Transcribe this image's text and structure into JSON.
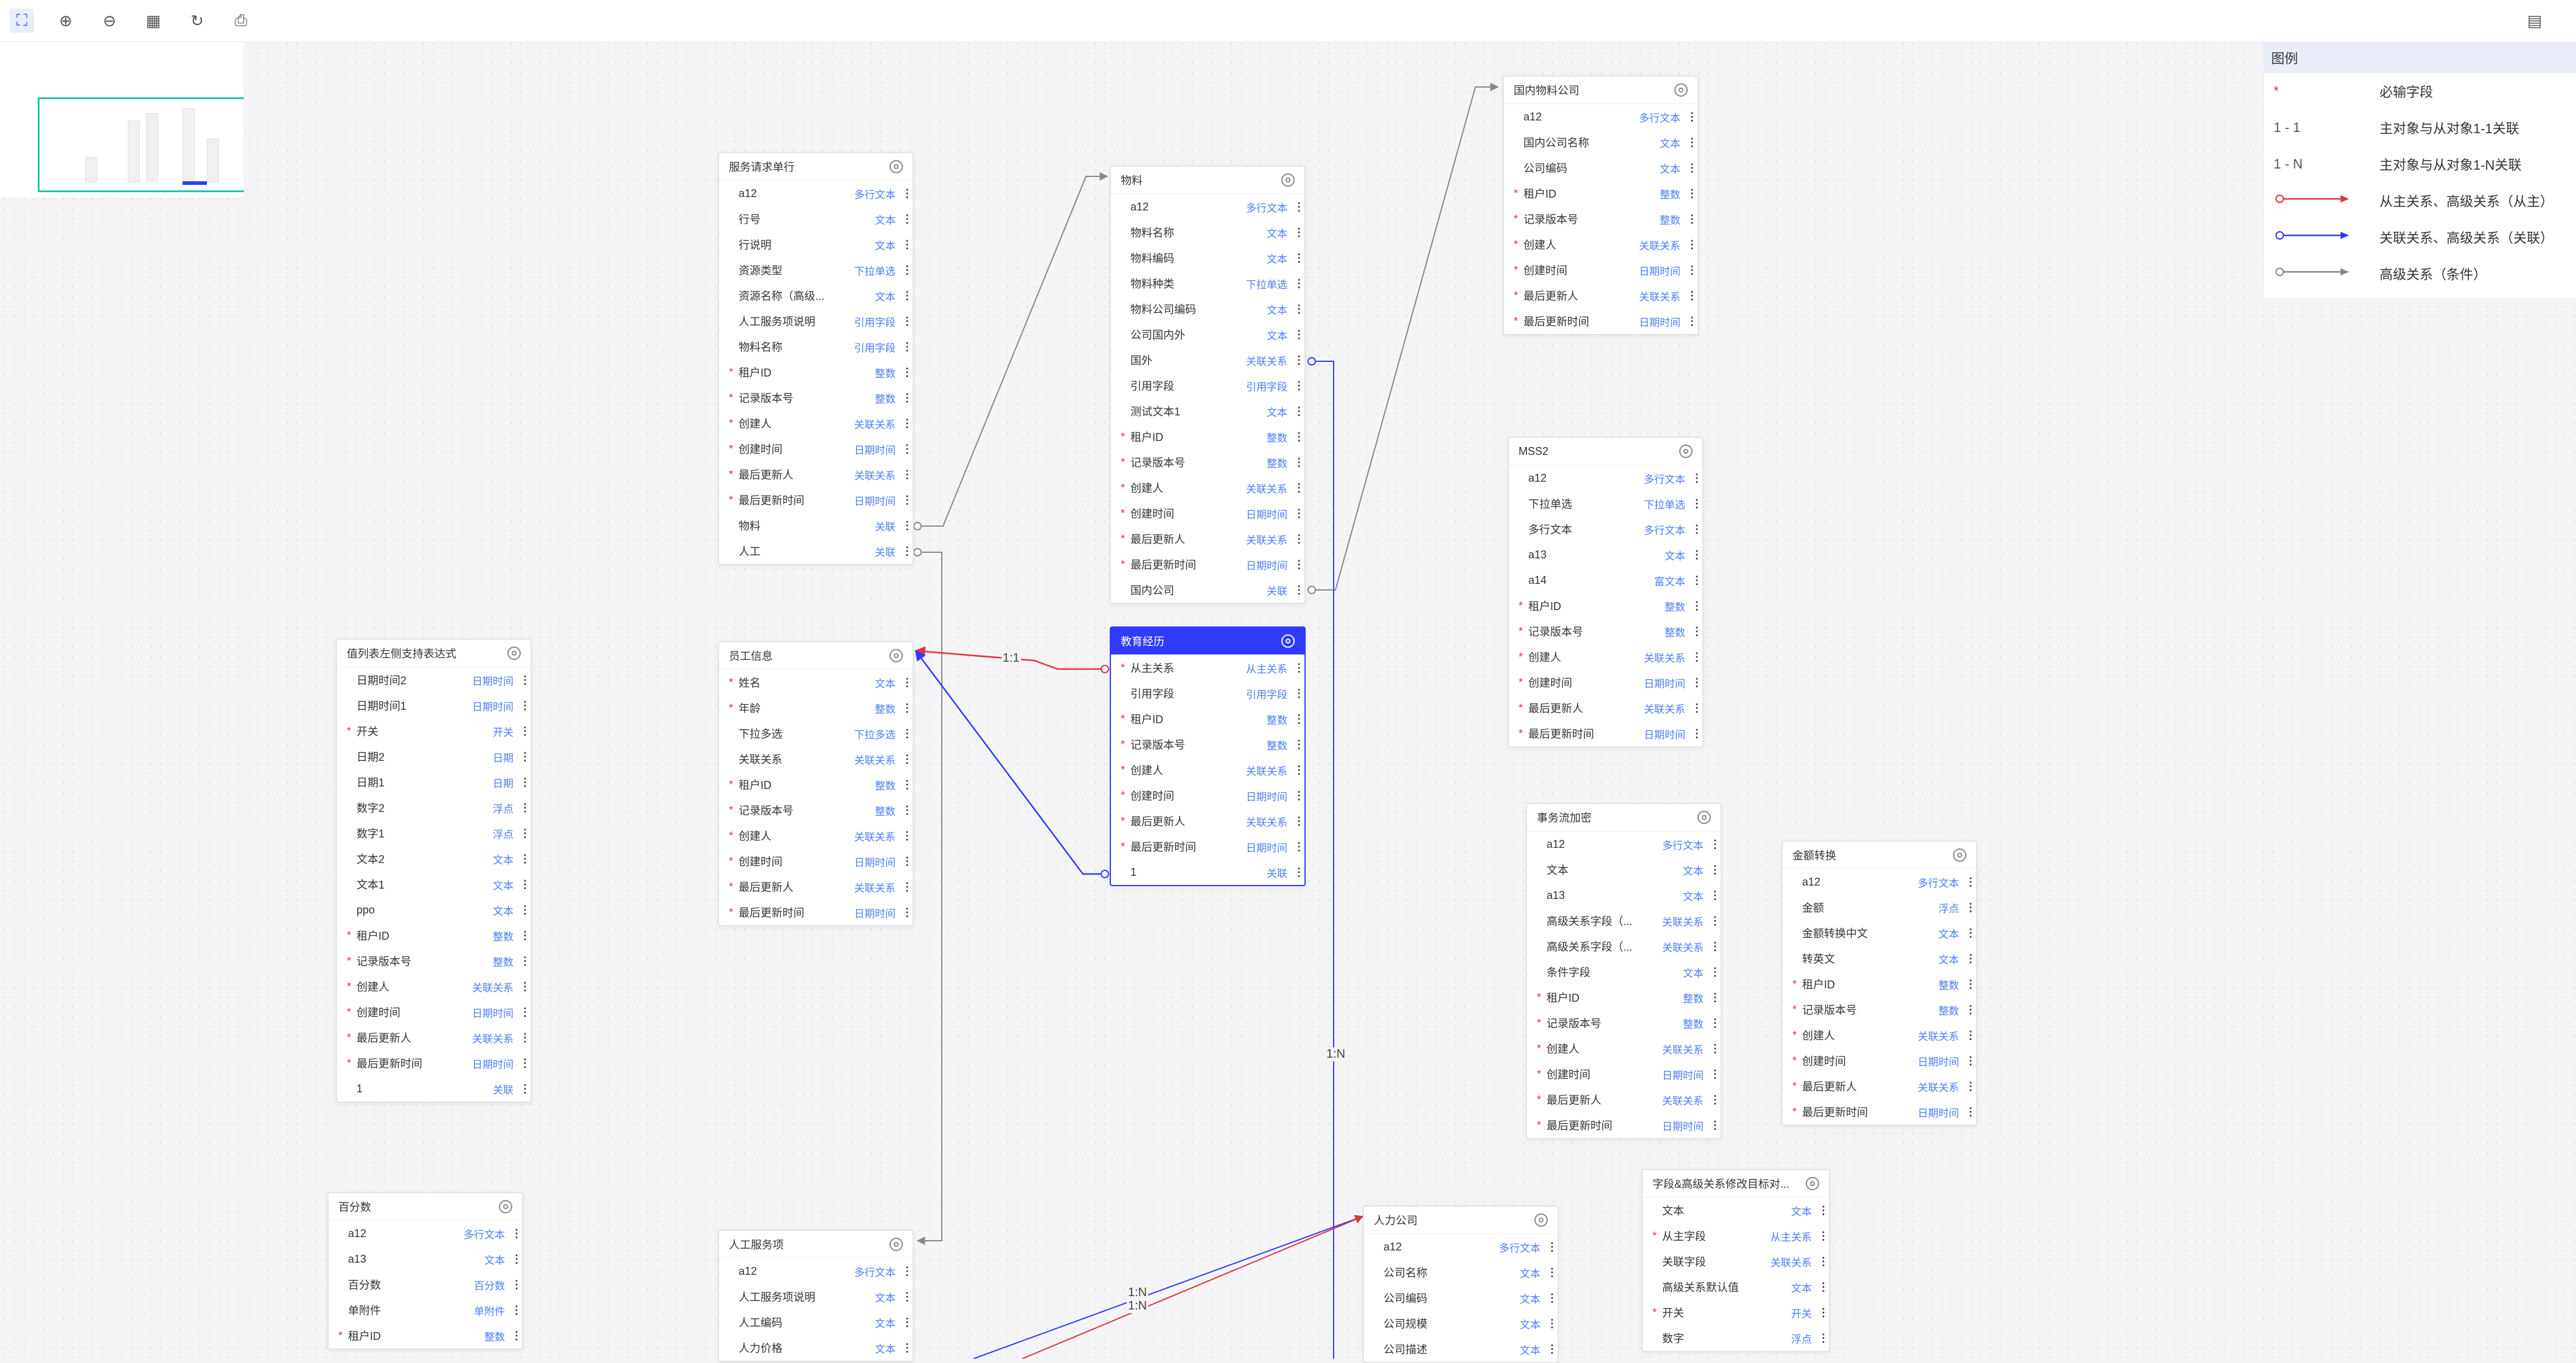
{
  "toolbar": {
    "icons": [
      "fit-view-icon",
      "zoom-in-icon",
      "zoom-out-icon",
      "layout-grid-icon",
      "refresh-icon",
      "print-icon"
    ],
    "right_icon": "export-icon"
  },
  "legend": {
    "title": "图例",
    "items": [
      {
        "symbol": "*",
        "desc": "必输字段"
      },
      {
        "symbol": "1 - 1",
        "desc": "主对象与从对象1-1关联"
      },
      {
        "symbol": "1 - N",
        "desc": "主对象与从对象1-N关联"
      },
      {
        "symbol": "red-arrow",
        "desc": "从主关系、高级关系（从主）"
      },
      {
        "symbol": "blue-arrow",
        "desc": "关联关系、高级关系（关联）"
      },
      {
        "symbol": "gray-arrow",
        "desc": "高级关系（条件）"
      }
    ]
  },
  "colors": {
    "red": "#e0343f",
    "blue": "#2f3bff",
    "gray": "#888888",
    "accent": "#2f3bff",
    "type_text": "#4a7dff"
  },
  "link_labels": [
    "1:1",
    "1:N",
    "1:N",
    "1:N"
  ],
  "entities": [
    {
      "name": "服务请求单行",
      "rows": [
        {
          "r": false,
          "n": "a12",
          "t": "多行文本"
        },
        {
          "r": false,
          "n": "行号",
          "t": "文本"
        },
        {
          "r": false,
          "n": "行说明",
          "t": "文本"
        },
        {
          "r": false,
          "n": "资源类型",
          "t": "下拉单选"
        },
        {
          "r": false,
          "n": "资源名称（高级...",
          "t": "文本"
        },
        {
          "r": false,
          "n": "人工服务项说明",
          "t": "引用字段"
        },
        {
          "r": false,
          "n": "物料名称",
          "t": "引用字段"
        },
        {
          "r": true,
          "n": "租户ID",
          "t": "整数"
        },
        {
          "r": true,
          "n": "记录版本号",
          "t": "整数"
        },
        {
          "r": true,
          "n": "创建人",
          "t": "关联关系"
        },
        {
          "r": true,
          "n": "创建时间",
          "t": "日期时间"
        },
        {
          "r": true,
          "n": "最后更新人",
          "t": "关联关系"
        },
        {
          "r": true,
          "n": "最后更新时间",
          "t": "日期时间"
        },
        {
          "r": false,
          "n": "物料",
          "t": "关联"
        },
        {
          "r": false,
          "n": "人工",
          "t": "关联"
        }
      ]
    },
    {
      "name": "物料",
      "rows": [
        {
          "r": false,
          "n": "a12",
          "t": "多行文本"
        },
        {
          "r": false,
          "n": "物料名称",
          "t": "文本"
        },
        {
          "r": false,
          "n": "物料编码",
          "t": "文本"
        },
        {
          "r": false,
          "n": "物料种类",
          "t": "下拉单选"
        },
        {
          "r": false,
          "n": "物料公司编码",
          "t": "文本"
        },
        {
          "r": false,
          "n": "公司国内外",
          "t": "文本"
        },
        {
          "r": false,
          "n": "国外",
          "t": "关联关系"
        },
        {
          "r": false,
          "n": "引用字段",
          "t": "引用字段"
        },
        {
          "r": false,
          "n": "测试文本1",
          "t": "文本"
        },
        {
          "r": true,
          "n": "租户ID",
          "t": "整数"
        },
        {
          "r": true,
          "n": "记录版本号",
          "t": "整数"
        },
        {
          "r": true,
          "n": "创建人",
          "t": "关联关系"
        },
        {
          "r": true,
          "n": "创建时间",
          "t": "日期时间"
        },
        {
          "r": true,
          "n": "最后更新人",
          "t": "关联关系"
        },
        {
          "r": true,
          "n": "最后更新时间",
          "t": "日期时间"
        },
        {
          "r": false,
          "n": "国内公司",
          "t": "关联"
        }
      ]
    },
    {
      "name": "国内物料公司",
      "rows": [
        {
          "r": false,
          "n": "a12",
          "t": "多行文本"
        },
        {
          "r": false,
          "n": "国内公司名称",
          "t": "文本"
        },
        {
          "r": false,
          "n": "公司编码",
          "t": "文本"
        },
        {
          "r": true,
          "n": "租户ID",
          "t": "整数"
        },
        {
          "r": true,
          "n": "记录版本号",
          "t": "整数"
        },
        {
          "r": true,
          "n": "创建人",
          "t": "关联关系"
        },
        {
          "r": true,
          "n": "创建时间",
          "t": "日期时间"
        },
        {
          "r": true,
          "n": "最后更新人",
          "t": "关联关系"
        },
        {
          "r": true,
          "n": "最后更新时间",
          "t": "日期时间"
        }
      ]
    },
    {
      "name": "MSS2",
      "rows": [
        {
          "r": false,
          "n": "a12",
          "t": "多行文本"
        },
        {
          "r": false,
          "n": "下拉单选",
          "t": "下拉单选"
        },
        {
          "r": false,
          "n": "多行文本",
          "t": "多行文本"
        },
        {
          "r": false,
          "n": "a13",
          "t": "文本"
        },
        {
          "r": false,
          "n": "a14",
          "t": "富文本"
        },
        {
          "r": true,
          "n": "租户ID",
          "t": "整数"
        },
        {
          "r": true,
          "n": "记录版本号",
          "t": "整数"
        },
        {
          "r": true,
          "n": "创建人",
          "t": "关联关系"
        },
        {
          "r": true,
          "n": "创建时间",
          "t": "日期时间"
        },
        {
          "r": true,
          "n": "最后更新人",
          "t": "关联关系"
        },
        {
          "r": true,
          "n": "最后更新时间",
          "t": "日期时间"
        }
      ]
    },
    {
      "name": "值列表左侧支持表达式",
      "rows": [
        {
          "r": false,
          "n": "日期时间2",
          "t": "日期时间"
        },
        {
          "r": false,
          "n": "日期时间1",
          "t": "日期时间"
        },
        {
          "r": true,
          "n": "开关",
          "t": "开关"
        },
        {
          "r": false,
          "n": "日期2",
          "t": "日期"
        },
        {
          "r": false,
          "n": "日期1",
          "t": "日期"
        },
        {
          "r": false,
          "n": "数字2",
          "t": "浮点"
        },
        {
          "r": false,
          "n": "数字1",
          "t": "浮点"
        },
        {
          "r": false,
          "n": "文本2",
          "t": "文本"
        },
        {
          "r": false,
          "n": "文本1",
          "t": "文本"
        },
        {
          "r": false,
          "n": "ppo",
          "t": "文本"
        },
        {
          "r": true,
          "n": "租户ID",
          "t": "整数"
        },
        {
          "r": true,
          "n": "记录版本号",
          "t": "整数"
        },
        {
          "r": true,
          "n": "创建人",
          "t": "关联关系"
        },
        {
          "r": true,
          "n": "创建时间",
          "t": "日期时间"
        },
        {
          "r": true,
          "n": "最后更新人",
          "t": "关联关系"
        },
        {
          "r": true,
          "n": "最后更新时间",
          "t": "日期时间"
        },
        {
          "r": false,
          "n": "1",
          "t": "关联"
        }
      ]
    },
    {
      "name": "员工信息",
      "rows": [
        {
          "r": true,
          "n": "姓名",
          "t": "文本"
        },
        {
          "r": true,
          "n": "年龄",
          "t": "整数"
        },
        {
          "r": false,
          "n": "下拉多选",
          "t": "下拉多选"
        },
        {
          "r": false,
          "n": "关联关系",
          "t": "关联关系"
        },
        {
          "r": true,
          "n": "租户ID",
          "t": "整数"
        },
        {
          "r": true,
          "n": "记录版本号",
          "t": "整数"
        },
        {
          "r": true,
          "n": "创建人",
          "t": "关联关系"
        },
        {
          "r": true,
          "n": "创建时间",
          "t": "日期时间"
        },
        {
          "r": true,
          "n": "最后更新人",
          "t": "关联关系"
        },
        {
          "r": true,
          "n": "最后更新时间",
          "t": "日期时间"
        }
      ]
    },
    {
      "name": "教育经历",
      "active": true,
      "rows": [
        {
          "r": true,
          "n": "从主关系",
          "t": "从主关系"
        },
        {
          "r": false,
          "n": "引用字段",
          "t": "引用字段"
        },
        {
          "r": true,
          "n": "租户ID",
          "t": "整数"
        },
        {
          "r": true,
          "n": "记录版本号",
          "t": "整数"
        },
        {
          "r": true,
          "n": "创建人",
          "t": "关联关系"
        },
        {
          "r": true,
          "n": "创建时间",
          "t": "日期时间"
        },
        {
          "r": true,
          "n": "最后更新人",
          "t": "关联关系"
        },
        {
          "r": true,
          "n": "最后更新时间",
          "t": "日期时间"
        },
        {
          "r": false,
          "n": "1",
          "t": "关联"
        }
      ]
    },
    {
      "name": "事务流加密",
      "rows": [
        {
          "r": false,
          "n": "a12",
          "t": "多行文本"
        },
        {
          "r": false,
          "n": "文本",
          "t": "文本"
        },
        {
          "r": false,
          "n": "a13",
          "t": "文本"
        },
        {
          "r": false,
          "n": "高级关系字段（...",
          "t": "关联关系"
        },
        {
          "r": false,
          "n": "高级关系字段（...",
          "t": "关联关系"
        },
        {
          "r": false,
          "n": "条件字段",
          "t": "文本"
        },
        {
          "r": true,
          "n": "租户ID",
          "t": "整数"
        },
        {
          "r": true,
          "n": "记录版本号",
          "t": "整数"
        },
        {
          "r": true,
          "n": "创建人",
          "t": "关联关系"
        },
        {
          "r": true,
          "n": "创建时间",
          "t": "日期时间"
        },
        {
          "r": true,
          "n": "最后更新人",
          "t": "关联关系"
        },
        {
          "r": true,
          "n": "最后更新时间",
          "t": "日期时间"
        }
      ]
    },
    {
      "name": "金额转换",
      "rows": [
        {
          "r": false,
          "n": "a12",
          "t": "多行文本"
        },
        {
          "r": false,
          "n": "金额",
          "t": "浮点"
        },
        {
          "r": false,
          "n": "金额转换中文",
          "t": "文本"
        },
        {
          "r": false,
          "n": "转英文",
          "t": "文本"
        },
        {
          "r": true,
          "n": "租户ID",
          "t": "整数"
        },
        {
          "r": true,
          "n": "记录版本号",
          "t": "整数"
        },
        {
          "r": true,
          "n": "创建人",
          "t": "关联关系"
        },
        {
          "r": true,
          "n": "创建时间",
          "t": "日期时间"
        },
        {
          "r": true,
          "n": "最后更新人",
          "t": "关联关系"
        },
        {
          "r": true,
          "n": "最后更新时间",
          "t": "日期时间"
        }
      ]
    },
    {
      "name": "百分数",
      "rows": [
        {
          "r": false,
          "n": "a12",
          "t": "多行文本"
        },
        {
          "r": false,
          "n": "a13",
          "t": "文本"
        },
        {
          "r": false,
          "n": "百分数",
          "t": "百分数"
        },
        {
          "r": false,
          "n": "单附件",
          "t": "单附件"
        },
        {
          "r": true,
          "n": "租户ID",
          "t": "整数"
        }
      ]
    },
    {
      "name": "人工服务项",
      "rows": [
        {
          "r": false,
          "n": "a12",
          "t": "多行文本"
        },
        {
          "r": false,
          "n": "人工服务项说明",
          "t": "文本"
        },
        {
          "r": false,
          "n": "人工编码",
          "t": "文本"
        },
        {
          "r": false,
          "n": "人力价格",
          "t": "文本"
        }
      ]
    },
    {
      "name": "人力公司",
      "rows": [
        {
          "r": false,
          "n": "a12",
          "t": "多行文本"
        },
        {
          "r": false,
          "n": "公司名称",
          "t": "文本"
        },
        {
          "r": false,
          "n": "公司编码",
          "t": "文本"
        },
        {
          "r": false,
          "n": "公司规模",
          "t": "文本"
        },
        {
          "r": false,
          "n": "公司描述",
          "t": "文本"
        }
      ]
    },
    {
      "name": "字段&高级关系修改目标对...",
      "rows": [
        {
          "r": false,
          "n": "文本",
          "t": "文本"
        },
        {
          "r": true,
          "n": "从主字段",
          "t": "从主关系"
        },
        {
          "r": false,
          "n": "关联字段",
          "t": "关联关系"
        },
        {
          "r": false,
          "n": "高级关系默认值",
          "t": "文本"
        },
        {
          "r": true,
          "n": "开关",
          "t": "开关"
        },
        {
          "r": false,
          "n": "数字",
          "t": "浮点"
        }
      ]
    }
  ]
}
